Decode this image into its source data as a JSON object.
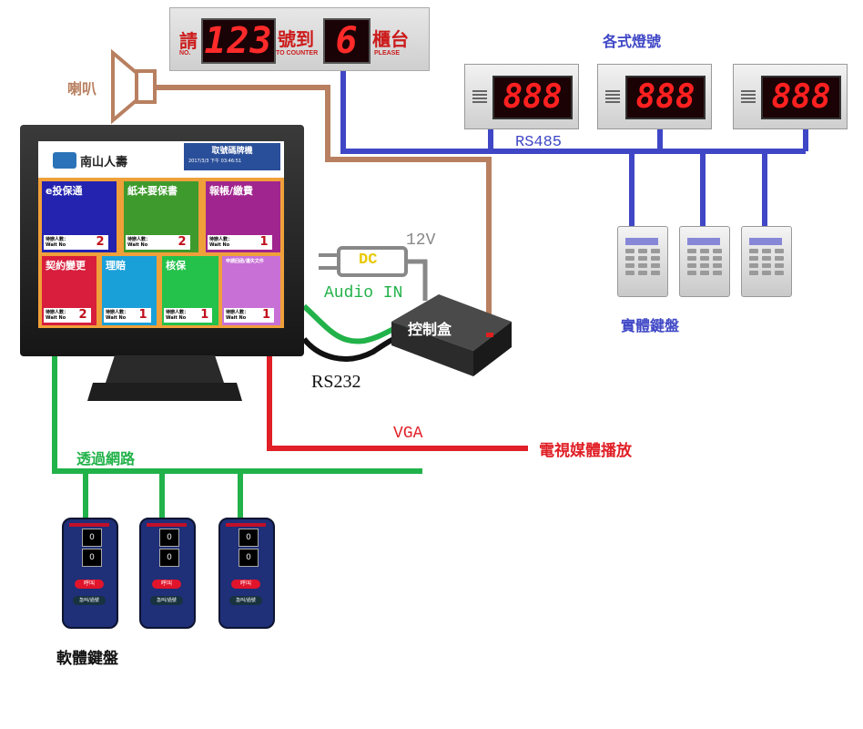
{
  "labels": {
    "speaker": "喇叭",
    "signal_types": "各式燈號",
    "rs485": "RS485",
    "v12": "12V",
    "dc": "DC",
    "audio_in": "Audio IN",
    "control_box": "控制盒",
    "rs232": "RS232",
    "vga": "VGA",
    "tv_media": "電視媒體播放",
    "network": "透過網路",
    "physical_keypad": "實體鍵盤",
    "soft_keypad": "軟體鍵盤"
  },
  "counter_display": {
    "please_zh": "請",
    "no_en": "NO.",
    "number": "123",
    "hao_dao": "號到",
    "to_counter": "TO COUNTER",
    "counter_no": "6",
    "gui_tai": "櫃台",
    "please_en": "PLEASE"
  },
  "led_boards": [
    "888",
    "888",
    "888"
  ],
  "screen": {
    "brand": "南山人壽",
    "title": "取號碼牌機",
    "timestamp": "2017/3/3 下午 03:46:51",
    "tiles": [
      {
        "name": "e投保通",
        "waiting_zh": "待辦人數：",
        "waiting_en": "Wait No",
        "count": "2",
        "color": "#2323b0"
      },
      {
        "name": "紙本要保書",
        "waiting_zh": "待辦人數：",
        "waiting_en": "Wait No",
        "count": "2",
        "color": "#3e9a2c"
      },
      {
        "name": "報帳/繳費",
        "waiting_zh": "待辦人數：",
        "waiting_en": "Wait No",
        "count": "1",
        "color": "#a0258e"
      },
      {
        "name": "契約變更",
        "waiting_zh": "待辦人數：",
        "waiting_en": "Wait No",
        "count": "2",
        "color": "#d81e3c"
      },
      {
        "name": "理賠",
        "waiting_zh": "待辦人數：",
        "waiting_en": "Wait No",
        "count": "1",
        "color": "#1aa0d8"
      },
      {
        "name": "核保",
        "waiting_zh": "待辦人數：",
        "waiting_en": "Wait No",
        "count": "1",
        "color": "#24c24a"
      },
      {
        "name": "申請回函/遺失文件",
        "waiting_zh": "待辦人數：",
        "waiting_en": "Wait No",
        "count": "1",
        "color": "#c870d6"
      }
    ]
  },
  "pager": {
    "value1": "0",
    "value2": "0",
    "call": "呼叫",
    "next": "急叫/過號"
  },
  "colors": {
    "rs485_bus": "#3f47c6",
    "speaker_line": "#b88060",
    "network_line": "#22b24a",
    "vga_line": "#e01f26",
    "audio_line": "#22b24a",
    "rs232_line": "#111111",
    "dc_line": "#888888"
  }
}
